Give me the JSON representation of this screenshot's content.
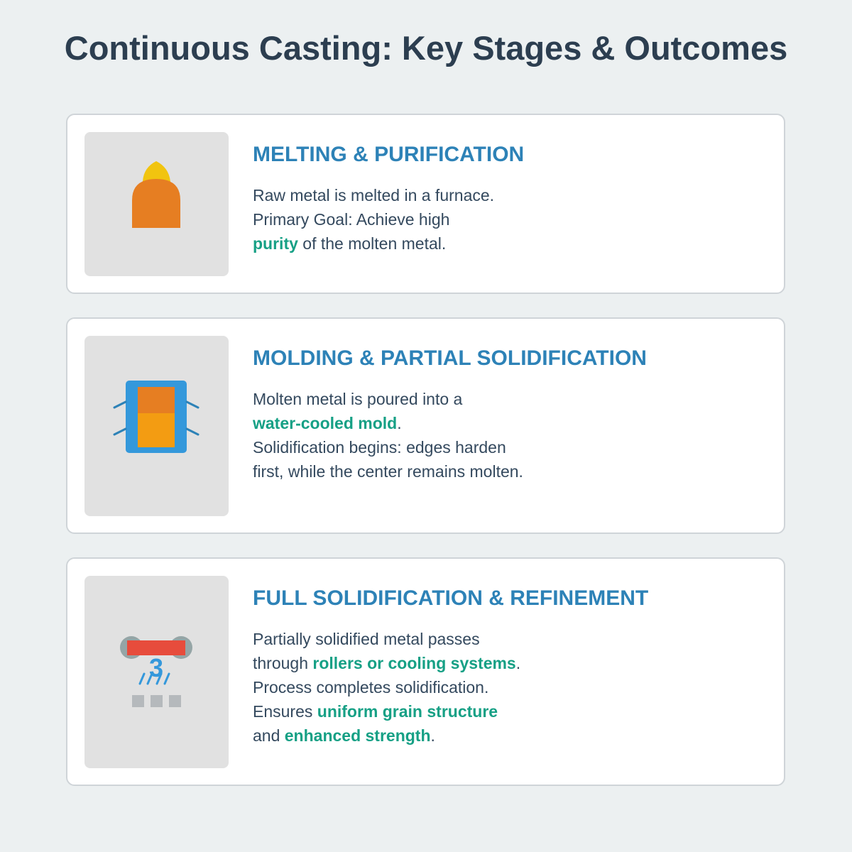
{
  "title": "Continuous Casting: Key Stages & Outcomes",
  "colors": {
    "background": "#ecf0f1",
    "title": "#2c3e50",
    "stage_heading": "#2d82b7",
    "body_text": "#34495e",
    "highlight": "#16a085",
    "icon_background": "#e1e1e1",
    "furnace_orange": "#e67e22",
    "flame_yellow": "#f1c40f",
    "mold_blue": "#3498db",
    "roller_red": "#e74c3c",
    "roller_gray": "#95a5a6"
  },
  "stages": [
    {
      "heading": "MELTING & PURIFICATION",
      "icon": "furnace-flame-icon",
      "lines": [
        {
          "before": "Raw metal is melted in a furnace.",
          "highlight": "",
          "after": ""
        },
        {
          "before": "Primary Goal: Achieve high",
          "highlight": "",
          "after": ""
        },
        {
          "before": "",
          "highlight": "purity",
          "after": " of the molten metal."
        }
      ]
    },
    {
      "heading": "MOLDING & PARTIAL SOLIDIFICATION",
      "icon": "water-cooled-mold-icon",
      "lines": [
        {
          "before": "Molten metal is poured into a",
          "highlight": "",
          "after": ""
        },
        {
          "before": "",
          "highlight": "water-cooled mold",
          "after": "."
        },
        {
          "before": "Solidification begins: edges harden",
          "highlight": "",
          "after": ""
        },
        {
          "before": "first, while the center remains molten.",
          "highlight": "",
          "after": ""
        }
      ]
    },
    {
      "heading": "FULL SOLIDIFICATION & REFINEMENT",
      "icon": "rollers-cooling-icon",
      "icon_glyph": "3",
      "lines": [
        {
          "before": "Partially solidified metal passes",
          "highlight": "",
          "after": ""
        },
        {
          "before": "through ",
          "highlight": "rollers or cooling systems",
          "after": "."
        },
        {
          "before": "Process completes solidification.",
          "highlight": "",
          "after": ""
        },
        {
          "before": "Ensures ",
          "highlight": "uniform grain structure",
          "after": ""
        },
        {
          "before": "and ",
          "highlight": "enhanced strength",
          "after": "."
        }
      ]
    }
  ]
}
